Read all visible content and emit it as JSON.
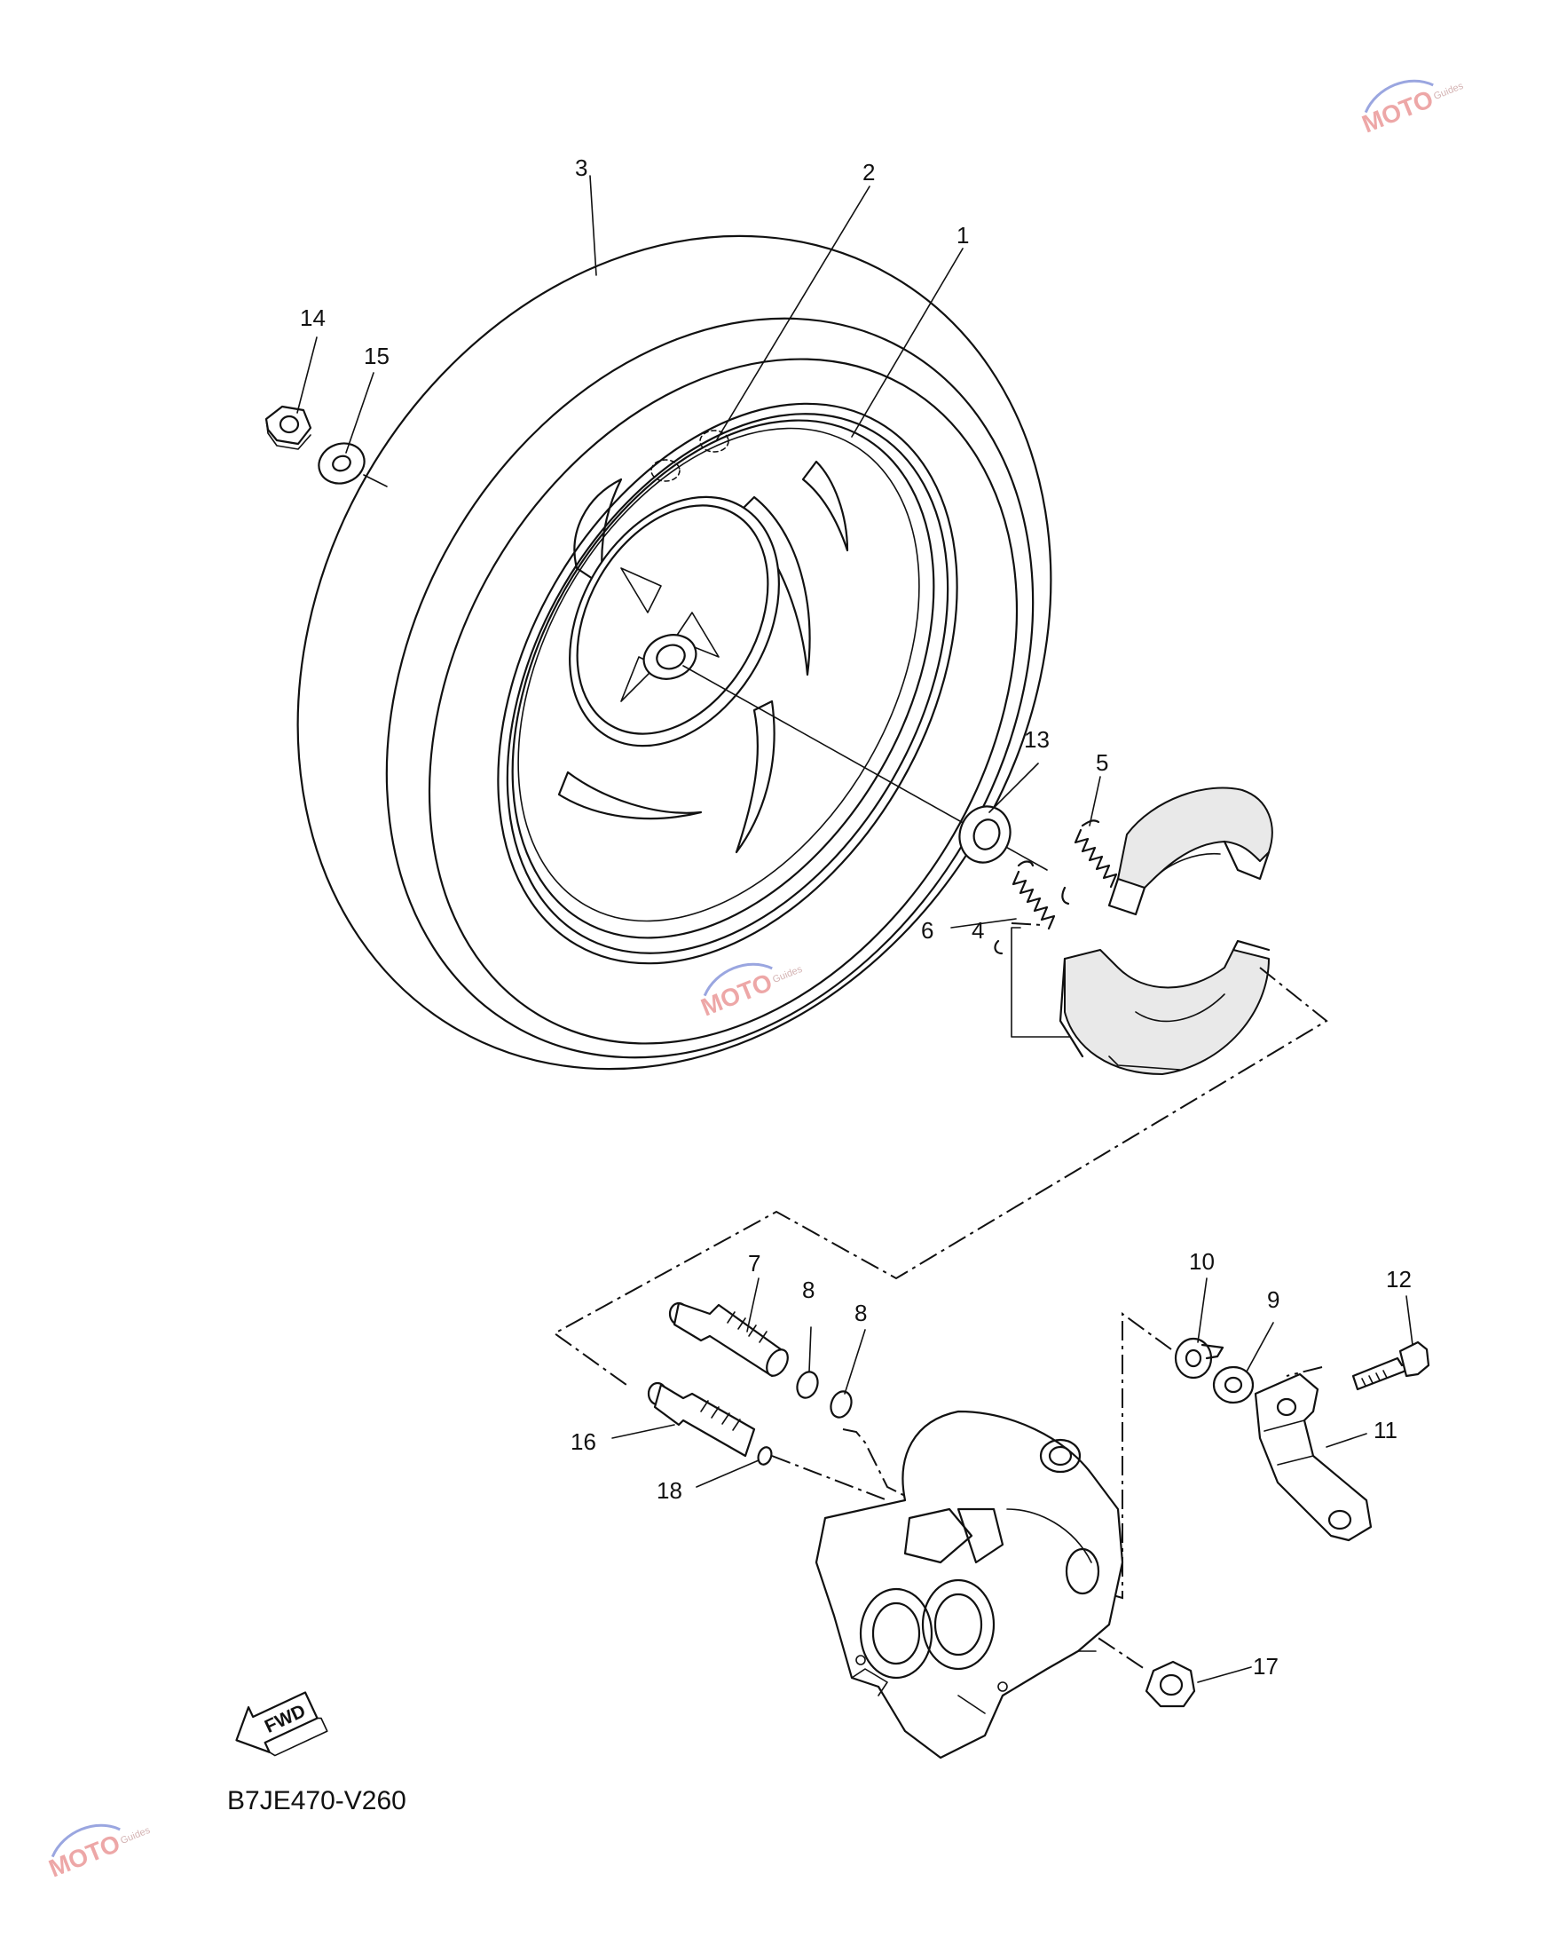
{
  "diagram": {
    "code": "B7JE470-V260",
    "fwd_label": "FWD",
    "callouts": [
      "1",
      "2",
      "3",
      "4",
      "5",
      "6",
      "7",
      "8",
      "8",
      "9",
      "10",
      "11",
      "12",
      "13",
      "14",
      "15",
      "16",
      "17",
      "18"
    ]
  },
  "watermark": {
    "text": "MOTO",
    "subtext": "Guides",
    "color": "#e88a8a"
  }
}
